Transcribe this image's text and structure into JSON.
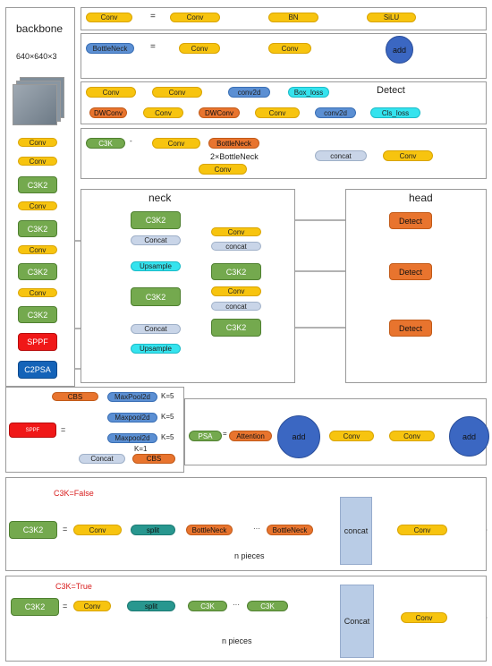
{
  "backbone": {
    "title": "backbone",
    "size": "640×640×3",
    "blocks": [
      "Conv",
      "Conv",
      "C3K2",
      "Conv",
      "C3K2",
      "Conv",
      "C3K2",
      "Conv",
      "C3K2",
      "SPPF",
      "C2PSA"
    ]
  },
  "legend": {
    "conv_row": {
      "lhs": "Conv",
      "eq": "=",
      "parts": [
        "Conv",
        "BN",
        "SiLU"
      ]
    },
    "bottleneck_row": {
      "lhs": "BottleNeck",
      "eq": "=",
      "parts": [
        "Conv",
        "Conv"
      ],
      "add": "add"
    },
    "detect": {
      "title": "Detect",
      "row1": [
        "Conv",
        "Conv",
        "conv2d",
        "Box_loss"
      ],
      "row2": [
        "DWConv",
        "Conv",
        "DWConv",
        "Conv",
        "conv2d",
        "Cls_loss"
      ]
    },
    "c3k_row": {
      "lhs": "C3K",
      "dot": "-",
      "conv": "Conv",
      "bottleneck": "BottleNeck",
      "repeat": "2×BottleNeck",
      "conv2": "Conv",
      "concat": "concat",
      "conv3": "Conv"
    }
  },
  "neck": {
    "title": "neck",
    "left": [
      "C3K2",
      "Concat",
      "Upsample",
      "C3K2",
      "Concat",
      "Upsample"
    ],
    "right": [
      "Conv",
      "concat",
      "C3K2",
      "Conv",
      "concat",
      "C3K2"
    ]
  },
  "head": {
    "title": "head",
    "items": [
      "Detect",
      "Detect",
      "Detect"
    ]
  },
  "sppf": {
    "label": "SPPF",
    "eq": "=",
    "cbs": "CBS",
    "pools": [
      "MaxPool2d",
      "Maxpool2d",
      "Maxpool2d"
    ],
    "ks": [
      "K=5",
      "K=5",
      "K=5",
      "K=1"
    ],
    "concat": "Concat",
    "cbs2": "CBS"
  },
  "psa": {
    "label": "PSA",
    "eq": "=",
    "attention": "Attention",
    "add": "add",
    "convs": [
      "Conv",
      "Conv"
    ],
    "add2": "add"
  },
  "c3k2_false": {
    "cond": "C3K=False",
    "lhs": "C3K2",
    "eq": "=",
    "conv": "Conv",
    "split": "split",
    "b1": "BottleNeck",
    "dots": "···",
    "b2": "BottleNeck",
    "pieces": "n pieces",
    "concat": "concat",
    "out": "Conv"
  },
  "c3k2_true": {
    "cond": "C3K=True",
    "lhs": "C3K2",
    "eq": "=",
    "conv": "Conv",
    "split": "split",
    "b1": "C3K",
    "dots": "···",
    "b2": "C3K",
    "pieces": "n pieces",
    "concat": "Concat",
    "out": "Conv"
  },
  "colors": {
    "conv": "#f7c40f",
    "bottleneck": "#e8742e",
    "c3k2": "#74a94e",
    "concat": "#c9d5e8",
    "upsample": "#35e3ee",
    "sppf": "#f01818",
    "c2psa": "#1463b8",
    "add": "#3b67c2"
  }
}
